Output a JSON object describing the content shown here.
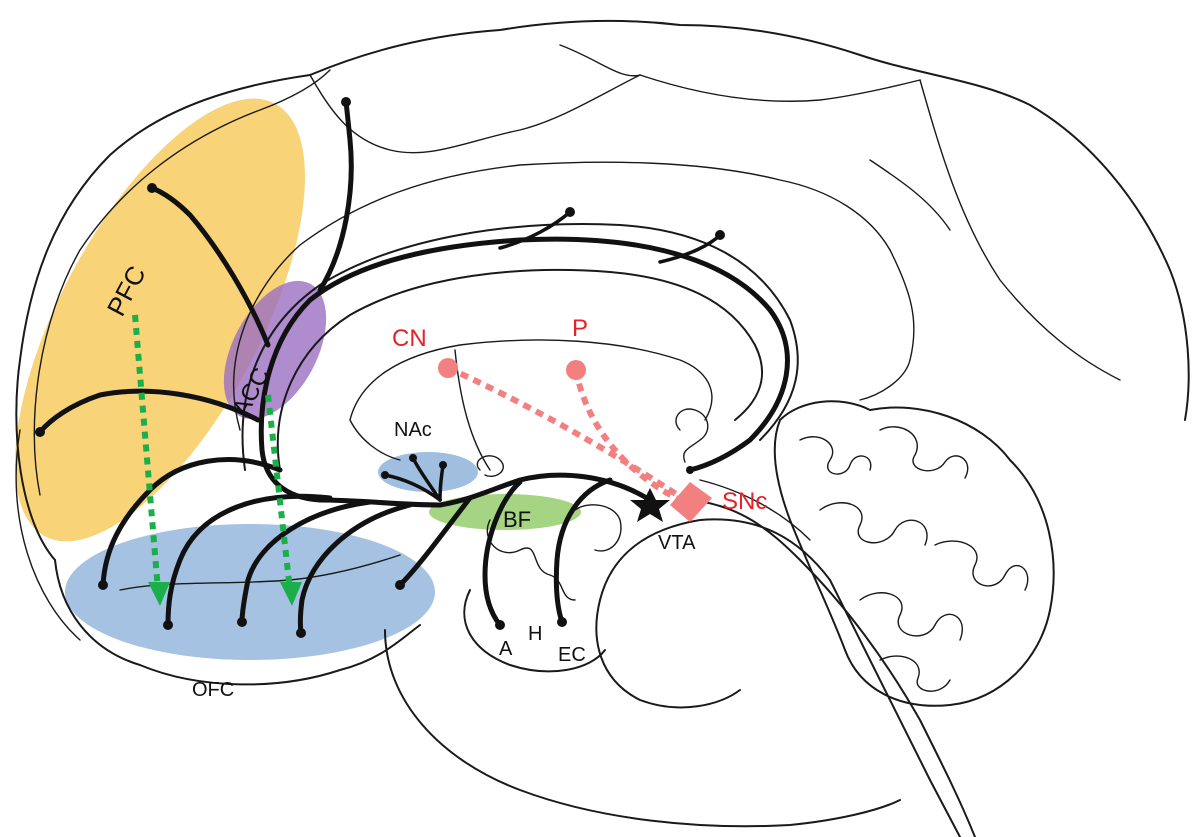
{
  "colors": {
    "pfc_region": "#F6C244",
    "acc_region": "#9B6FC0",
    "ofc_region": "#7FA8D6",
    "nac_region": "#7FA8D6",
    "bf_region": "#8CC860",
    "dopamine_pathway": "#111111",
    "green_arrow": "#1BAF4A",
    "nigrostriatal": "#F28080",
    "nigrostriatal_label": "#E8202A",
    "outline": "#1a1a1a"
  },
  "labels": {
    "pfc": "PFC",
    "acc": "ACC",
    "ofc": "OFC",
    "nac": "NAc",
    "bf": "BF",
    "vta": "VTA",
    "snc": "SNc",
    "cn": "CN",
    "p": "P",
    "a": "A",
    "h": "H",
    "ec": "EC"
  },
  "icons": {
    "vta_marker": "star-icon",
    "projection_end": "dot-icon",
    "projection_arrow": "dashed-arrow-icon"
  }
}
